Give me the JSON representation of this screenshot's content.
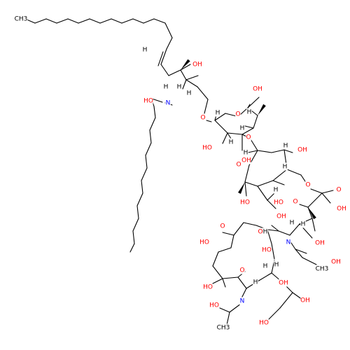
{
  "molecule": {
    "bond_color": "#000000",
    "colors": {
      "O": "#ff0000",
      "N": "#0000ff",
      "C": "#000000",
      "H": "#000000"
    },
    "labels": [
      {
        "id": "ch3-top",
        "text": "CH3",
        "el": "C"
      },
      {
        "id": "h-vinyl-1",
        "text": "H",
        "el": "H"
      },
      {
        "id": "h-vinyl-2",
        "text": "H",
        "el": "H"
      },
      {
        "id": "h-c3",
        "text": "H",
        "el": "H"
      },
      {
        "id": "oh-c3",
        "text": "OH",
        "el": "O"
      },
      {
        "id": "h-c2",
        "text": "H",
        "el": "H"
      },
      {
        "id": "ho-amide",
        "text": "HO",
        "el": "O"
      },
      {
        "id": "n-amide",
        "text": "N",
        "el": "N"
      },
      {
        "id": "o-link-1",
        "text": "O",
        "el": "O"
      },
      {
        "id": "o-glc-ring",
        "text": "O",
        "el": "O"
      },
      {
        "id": "oh-glc-6",
        "text": "OH",
        "el": "O"
      },
      {
        "id": "h-glc-a",
        "text": "H",
        "el": "H"
      },
      {
        "id": "h-glc-b",
        "text": "H",
        "el": "H"
      },
      {
        "id": "h-glc-c",
        "text": "H",
        "el": "H"
      },
      {
        "id": "o-link-2",
        "text": "O",
        "el": "O"
      },
      {
        "id": "ho-glc-2",
        "text": "HO",
        "el": "O"
      },
      {
        "id": "oh-glc-3",
        "text": "OH",
        "el": "O"
      },
      {
        "id": "h-glc-d",
        "text": "H",
        "el": "H"
      },
      {
        "id": "oh-gal-2",
        "text": "OH",
        "el": "O"
      },
      {
        "id": "h-gal-a",
        "text": "H",
        "el": "H"
      },
      {
        "id": "h-gal-b",
        "text": "H",
        "el": "H"
      },
      {
        "id": "o-gal-ring",
        "text": "O",
        "el": "O"
      },
      {
        "id": "h-gal-c",
        "text": "H",
        "el": "H"
      },
      {
        "id": "o-link-3",
        "text": "O",
        "el": "O"
      },
      {
        "id": "oh-acid-1",
        "text": "OH",
        "el": "O"
      },
      {
        "id": "o-acid-1",
        "text": "O",
        "el": "O"
      },
      {
        "id": "o-sia1-ring",
        "text": "O",
        "el": "O"
      },
      {
        "id": "ho-gal-6",
        "text": "HO",
        "el": "O"
      },
      {
        "id": "ho-gal-4",
        "text": "HO",
        "el": "O"
      },
      {
        "id": "h-gal-d",
        "text": "H",
        "el": "H"
      },
      {
        "id": "oh-gal-3",
        "text": "OH",
        "el": "O"
      },
      {
        "id": "h-sia1-a",
        "text": "H",
        "el": "H"
      },
      {
        "id": "h-sia1-b",
        "text": "H",
        "el": "H"
      },
      {
        "id": "n-sia1",
        "text": "N",
        "el": "N"
      },
      {
        "id": "oh-sia1-4",
        "text": "OH",
        "el": "O"
      },
      {
        "id": "o-acid-2",
        "text": "O",
        "el": "O"
      },
      {
        "id": "ho-acid-2",
        "text": "HO",
        "el": "O"
      },
      {
        "id": "o-link-4",
        "text": "O",
        "el": "O"
      },
      {
        "id": "h-sia1-c",
        "text": "H",
        "el": "H"
      },
      {
        "id": "ho-sia1-8",
        "text": "HO",
        "el": "O"
      },
      {
        "id": "oh-ac-1",
        "text": "OH",
        "el": "O"
      },
      {
        "id": "ch3-ac-1",
        "text": "CH3",
        "el": "C"
      },
      {
        "id": "o-sia2-ring",
        "text": "O",
        "el": "O"
      },
      {
        "id": "h-sia2-a",
        "text": "H",
        "el": "H"
      },
      {
        "id": "h-sia2-b",
        "text": "H",
        "el": "H"
      },
      {
        "id": "h-sia2-c",
        "text": "H",
        "el": "H"
      },
      {
        "id": "oh-sia2-7",
        "text": "OH",
        "el": "O"
      },
      {
        "id": "ho-sia2-4",
        "text": "HO",
        "el": "O"
      },
      {
        "id": "n-sia2",
        "text": "N",
        "el": "N"
      },
      {
        "id": "oh-sia2-8",
        "text": "OH",
        "el": "O"
      },
      {
        "id": "ho-ac-2",
        "text": "HO",
        "el": "O"
      },
      {
        "id": "ho-sia2-9",
        "text": "HO",
        "el": "O"
      },
      {
        "id": "ch3-ac-2",
        "text": "CH3",
        "el": "C"
      }
    ]
  }
}
